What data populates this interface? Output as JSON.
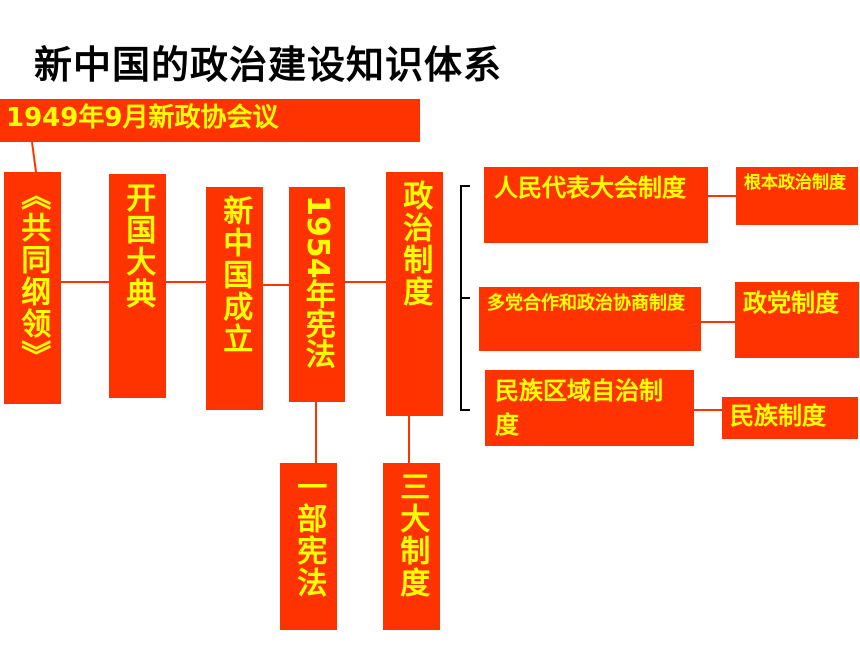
{
  "title": "新中国的政治建设知识体系",
  "colors": {
    "box_fill": "#ff3300",
    "box_text": "#ffff00",
    "line_red": "#ff3300",
    "bracket_black": "#000000"
  },
  "nodes": {
    "meeting": "1949年9月新政协会议",
    "program": "《共同纲领》",
    "founding_ceremony": "开国大典",
    "new_china": "新中国成立",
    "constitution_1954": "1954年宪法",
    "political_system": "政治制度",
    "one_constitution": "一部宪法",
    "three_systems": "三大制度",
    "npc_system": "人民代表大会制度",
    "fundamental_system": "根本政治制度",
    "multiparty_system": "多党合作和政治协商制度",
    "party_system": "政党制度",
    "regional_autonomy": "民族区域自治制度",
    "ethnic_system": "民族制度"
  }
}
